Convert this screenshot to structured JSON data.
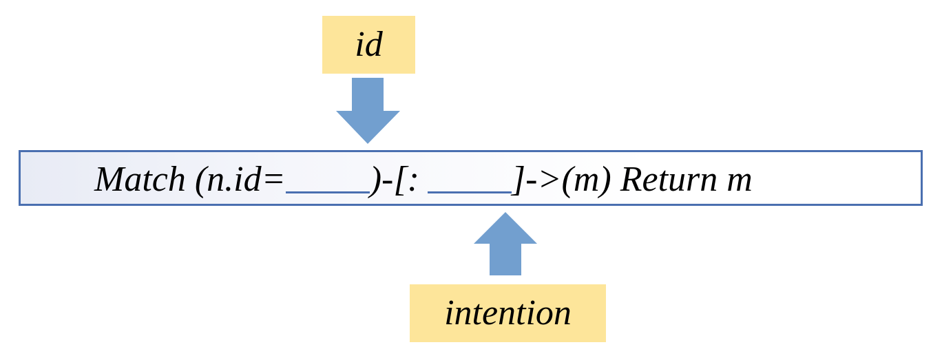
{
  "labels": {
    "top": "id",
    "bottom": "intention"
  },
  "query": {
    "part1": "Match (n.id=",
    "part2": ")-[:",
    "part3": "]->(m) Return m"
  },
  "colors": {
    "label_fill": "#fde59a",
    "arrow_fill": "#729fcf",
    "box_border": "#4a6fb0",
    "blank_underline": "#4a6fb0"
  },
  "icons": {
    "top_arrow": "arrow-down-icon",
    "bottom_arrow": "arrow-up-icon"
  }
}
